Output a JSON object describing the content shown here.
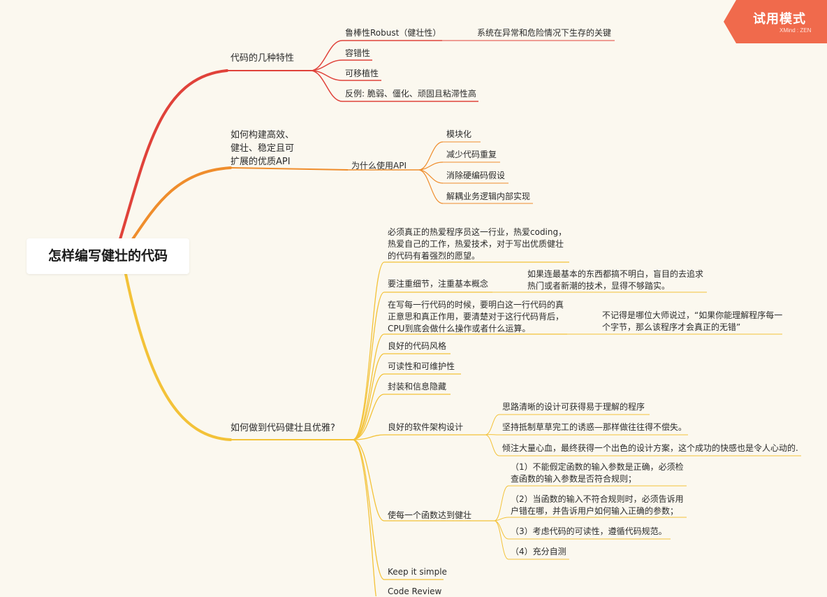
{
  "root": "怎样编写健壮的代码",
  "trial_badge": {
    "label": "试用模式",
    "sub": "XMind : ZEN"
  },
  "branches": {
    "b1": {
      "label": "代码的几种特性",
      "robust": "鲁棒性Robust（健壮性）",
      "robust_desc": "系统在异常和危险情况下生存的关键",
      "fault_tolerance": "容错性",
      "portability": "可移植性",
      "counter": "反例: 脆弱、僵化、顽固且粘滞性高"
    },
    "b2": {
      "label": "如何构建高效、\n健壮、稳定且可\n扩展的优质API",
      "why": "为什么使用API",
      "items": [
        "模块化",
        "减少代码重复",
        "消除硬编码假设",
        "解耦业务逻辑内部实现"
      ]
    },
    "b3": {
      "label": "如何做到代码健壮且优雅?",
      "passion": "必须真正的热爱程序员这一行业，热爱coding，\n热爱自己的工作，热爱技术，对于写出优质健壮\n的代码有着强烈的愿望。",
      "details": "要注重细节，注重基本概念",
      "details_note": "如果连最基本的东西都搞不明白，盲目的去追求\n热门或者新潮的技术，显得不够踏实。",
      "every_line": "在写每一行代码的时候，要明白这一行代码的真\n正意思和真正作用，要清楚对于这行代码背后，\nCPU到底会做什么操作或者什么运算。",
      "every_line_note": "不记得是哪位大师说过，“如果你能理解程序每一\n个字节，那么该程序才会真正的无错”",
      "style": "良好的代码风格",
      "readability": "可读性和可维护性",
      "encapsulation": "封装和信息隐藏",
      "architecture": "良好的软件架构设计",
      "arch_items": [
        "思路清晰的设计可获得易于理解的程序",
        "坚持抵制草草完工的诱惑—那样做往往得不偿失。",
        "倾注大量心血，最终获得一个出色的设计方案，这个成功的快感也是令人心动的."
      ],
      "functions": "使每一个函数达到健壮",
      "func_items": [
        "（1）不能假定函数的输入参数是正确，必须检\n查函数的输入参数是否符合规则；",
        "（2）当函数的输入不符合规则时，必须告诉用\n户错在哪，并告诉用户如何输入正确的参数；",
        "（3）考虑代码的可读性，遵循代码规范。",
        "（4）充分自测"
      ],
      "keep_simple": "Keep it simple",
      "code_review": "Code Review"
    }
  },
  "colors": {
    "red": "#e0423a",
    "orange": "#ef8d2c",
    "yellow": "#f3c238",
    "badge": "#f06a4c",
    "background": "#fbf8ef"
  }
}
